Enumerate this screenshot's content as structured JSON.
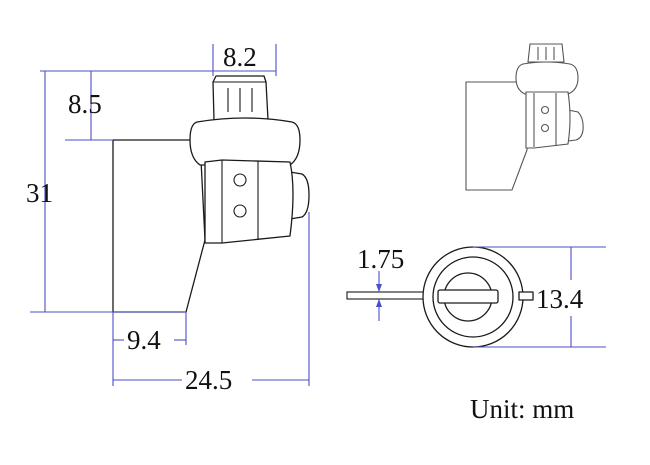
{
  "dimensions": {
    "d_8_2": "8.2",
    "d_8_5": "8.5",
    "d_31": "31",
    "d_9_4": "9.4",
    "d_24_5": "24.5",
    "d_1_75": "1.75",
    "d_13_4": "13.4"
  },
  "unit_label": "Unit: mm",
  "colors": {
    "dimension_line": "#4a4fc8",
    "outline": "#1a1a1a"
  }
}
